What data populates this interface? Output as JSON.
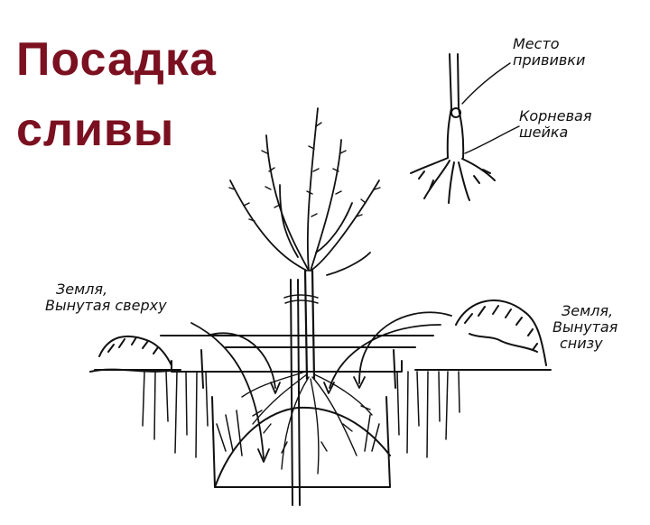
{
  "title": {
    "line1": "Посадка",
    "line2": "сливы"
  },
  "labels": {
    "graft_place": [
      "Место",
      "прививки"
    ],
    "root_collar": [
      "Корневая",
      "шейка"
    ],
    "soil_top": [
      "Земля,",
      "Вынутая сверху"
    ],
    "soil_bottom": [
      "Земля,",
      "Вынутая",
      "снизу"
    ]
  },
  "colors": {
    "title": "#7b1020",
    "ink": "#111111"
  }
}
